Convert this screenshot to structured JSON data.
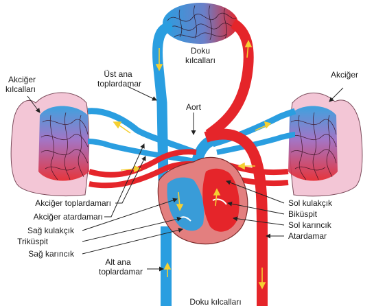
{
  "labels": {
    "doku_top_1": "Doku",
    "doku_top_2": "kılcalları",
    "akciger_left_1": "Akciğer",
    "akciger_left_2": "kılcalları",
    "ust_ana_1": "Üst ana",
    "ust_ana_2": "toplardamar",
    "akciger_right": "Akciğer",
    "aort": "Aort",
    "akciger_toplardamari": "Akciğer toplardamarı",
    "akciger_atardamari": "Akciğer atardamarı",
    "sag_kulakcik": "Sağ kulakçık",
    "trikuspit": "Triküspit",
    "sag_karincik": "Sağ karıncık",
    "alt_ana_1": "Alt ana",
    "alt_ana_2": "toplardamar",
    "sol_kulakcik": "Sol kulakçık",
    "bikuspit": "Biküspit",
    "sol_karincik": "Sol karıncık",
    "atardamar": "Atardamar",
    "doku_bottom": "Doku kılcalları"
  },
  "colors": {
    "oxygenated": "#e5252a",
    "deoxygenated": "#2a9ee0",
    "lung_fill": "#f3c6d6",
    "heart_fill": "#e37f7f",
    "arrow": "#f5d033"
  }
}
